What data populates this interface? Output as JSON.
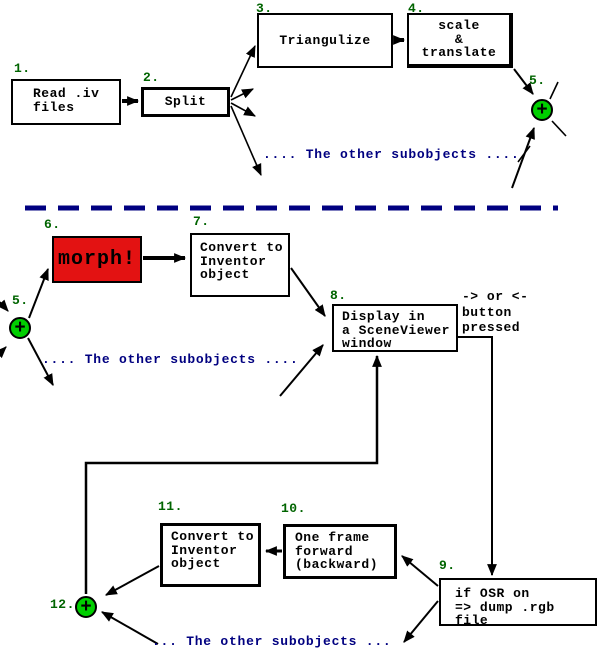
{
  "colors": {
    "divider_navy": "#000080",
    "subobjects_text_navy": "#000080",
    "morph_red": "#e31212",
    "merge_circle_green": "#00cf00",
    "step_number_green": "#006400",
    "line_black": "#000000"
  },
  "nodes": {
    "read_iv": {
      "num": "1.",
      "text": "Read .iv\nfiles"
    },
    "split": {
      "num": "2.",
      "text": "Split"
    },
    "triangulize": {
      "num": "3.",
      "text": "Triangulize"
    },
    "scale_translate": {
      "num": "4.",
      "text": "scale\n&\ntranslate"
    },
    "merge5_top": {
      "num": "5.",
      "plus": "+"
    },
    "merge5_mid": {
      "num": "5.",
      "plus": "+"
    },
    "morph": {
      "num": "6.",
      "text": "morph!"
    },
    "convert7": {
      "num": "7.",
      "text": "Convert to\nInventor\nobject"
    },
    "display8": {
      "num": "8.",
      "text": "Display in\na SceneViewer\nwindow"
    },
    "osr9": {
      "num": "9.",
      "text": "if OSR on\n=> dump .rgb file"
    },
    "frame10": {
      "num": "10.",
      "text": "One frame\nforward\n(backward)"
    },
    "convert11": {
      "num": "11.",
      "text": "Convert to\nInventor\nobject"
    },
    "merge12": {
      "num": "12.",
      "plus": "+"
    }
  },
  "annotations": {
    "subobjects_top": ".... The other subobjects ....",
    "subobjects_mid": ".... The other subobjects ....",
    "subobjects_bottom": "... The other subobjects ...",
    "button_note": "-> or <-\nbutton\npressed"
  }
}
